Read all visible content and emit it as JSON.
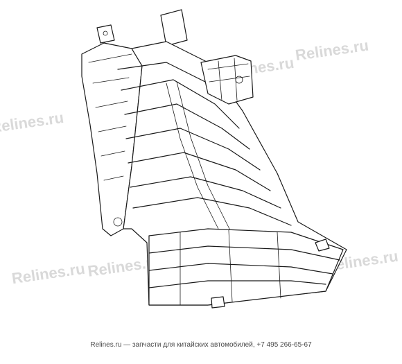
{
  "watermark": {
    "text": "Relines.ru"
  },
  "footer": {
    "site": "Relines.ru",
    "separator": "—",
    "tagline": "запчасти для китайских автомобилей",
    "phone": "+7 495 266-65-67"
  },
  "drawing": {
    "subject": "air-duct-part-line-drawing",
    "stroke_color": "#1a1a1a",
    "watermark_color": "#d9d9d9"
  }
}
